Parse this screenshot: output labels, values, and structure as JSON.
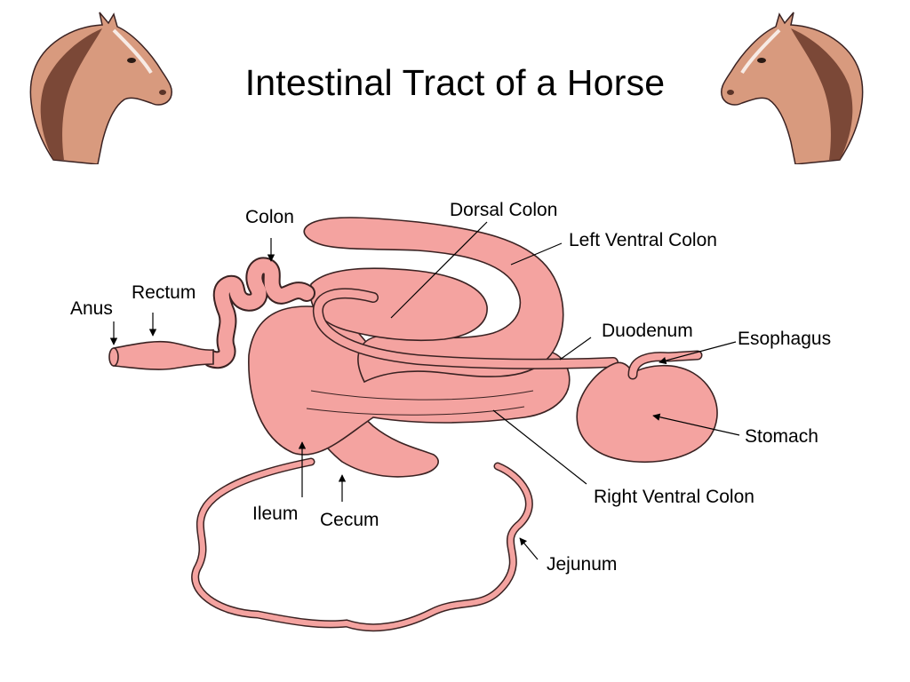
{
  "title": "Intestinal Tract of a Horse",
  "colors": {
    "organ_fill": "#f4a3a0",
    "organ_stroke": "#3a2222",
    "horse_fill": "#d89a7e",
    "horse_mane": "#6b3a2a"
  },
  "icons": {
    "left": "horse-head-icon",
    "right": "horse-head-icon"
  },
  "labels": {
    "colon": "Colon",
    "dorsal_colon": "Dorsal Colon",
    "left_ventral_colon": "Left Ventral Colon",
    "rectum": "Rectum",
    "anus": "Anus",
    "duodenum": "Duodenum",
    "esophagus": "Esophagus",
    "stomach": "Stomach",
    "right_ventral_colon": "Right Ventral Colon",
    "ileum": "Ileum",
    "cecum": "Cecum",
    "jejunum": "Jejunum"
  }
}
